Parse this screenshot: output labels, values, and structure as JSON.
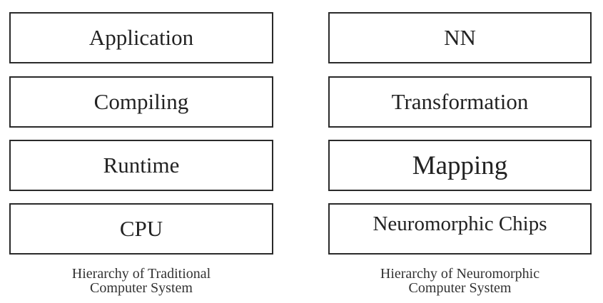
{
  "left_stack": {
    "layers": [
      "Application",
      "Compiling",
      "Runtime",
      "CPU"
    ],
    "caption_line1": "Hierarchy of Traditional",
    "caption_line2": "Computer System"
  },
  "right_stack": {
    "layers": [
      "NN",
      "Transformation",
      "Mapping",
      "Neuromorphic Chips"
    ],
    "caption_line1": "Hierarchy of Neuromorphic",
    "caption_line2": "Computer System"
  },
  "colors": {
    "border": "#2a2a2a",
    "text": "#222222",
    "background": "#ffffff"
  }
}
